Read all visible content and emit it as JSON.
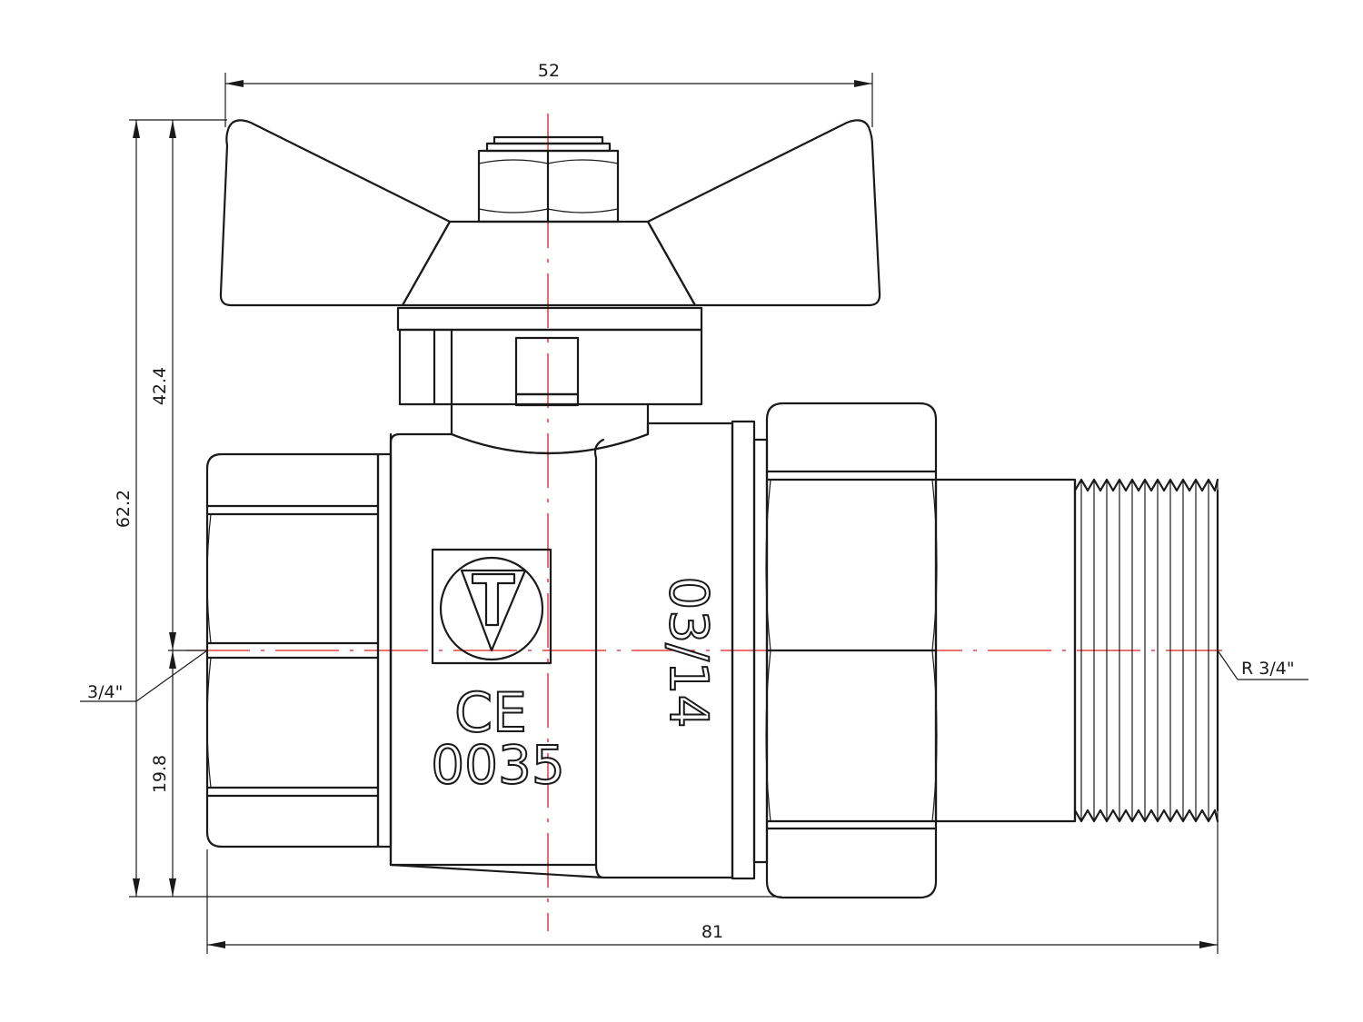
{
  "dimensions": {
    "width_top": "52",
    "total_height": "62.2",
    "height_upper": "42.4",
    "height_lower": "19.8",
    "total_length": "81",
    "thread_left": "3/4\"",
    "thread_right": "R 3/4\""
  },
  "markings": {
    "ce": "CE",
    "notified_body": "0035",
    "date_code": "03/14"
  },
  "colors": {
    "outline": "#1a1a1a",
    "center_line": "#e01b1b"
  },
  "icons": {
    "logo": "triangle-t-logo-icon"
  }
}
